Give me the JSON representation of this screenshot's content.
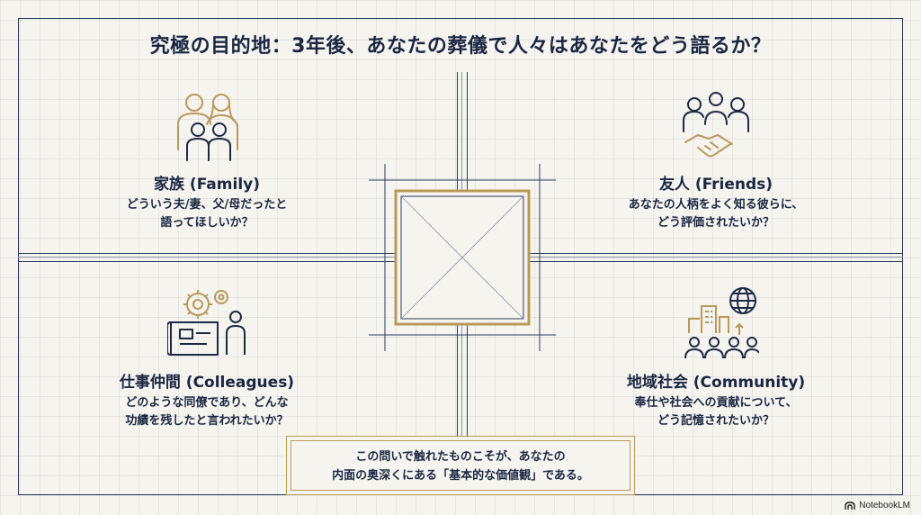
{
  "title": "究極の目的地：3年後、あなたの葬儀で人々はあなたをどう語るか？",
  "quadrants": {
    "family": {
      "heading": "家族 (Family)",
      "line1": "どういう夫/妻、父/母だったと",
      "line2": "語ってほしいか？",
      "icon": "family-icon"
    },
    "friends": {
      "heading": "友人 (Friends)",
      "line1": "あなたの人柄をよく知る彼らに、",
      "line2": "どう評価されたいか？",
      "icon": "handshake-group-icon"
    },
    "colleagues": {
      "heading": "仕事仲間 (Colleagues)",
      "line1": "どのような同僚であり、どんな",
      "line2": "功績を残したと言われたいか？",
      "icon": "colleague-gears-icon"
    },
    "community": {
      "heading": "地域社会 (Community)",
      "line1": "奉仕や社会への貢献について、",
      "line2": "どう記憶されたいか？",
      "icon": "community-globe-icon"
    }
  },
  "conclusion": {
    "line1": "この問いで触れたものこそが、あなたの",
    "line2": "内面の奥深くにある「基本的な価値観」である。"
  },
  "brand": "NotebookLM",
  "colors": {
    "navy": "#1c2a44",
    "gold": "#b9995a",
    "background": "#f6f4ee"
  }
}
